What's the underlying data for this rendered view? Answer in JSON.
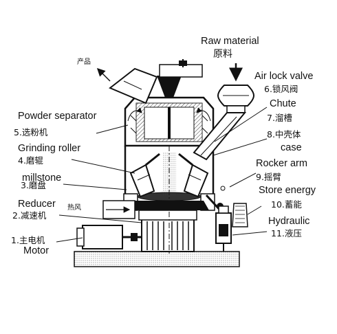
{
  "labels": {
    "raw_material_en": "Raw material",
    "raw_material_zh": "原料",
    "product_zh": "产品",
    "air_lock_valve_en": "Air lock valve",
    "air_lock_valve_zh": "6.锁风阀",
    "chute_en": "Chute",
    "chute_zh": "7.溜槽",
    "powder_separator_en": "Powder separator",
    "powder_separator_zh": "5.选粉机",
    "middle_shell_zh": "8.中壳体",
    "middle_shell_en": "case",
    "grinding_roller_en": "Grinding roller",
    "grinding_roller_zh": "4.磨辊",
    "rocker_arm_en": "Rocker arm",
    "rocker_arm_zh": "9.摇臂",
    "millstone_en": "millstone",
    "millstone_zh": "3.磨盘",
    "store_energy_en": "Store energy",
    "store_energy_zh": "10.蓄能",
    "reducer_en": "Reducer",
    "reducer_zh": "2.减速机",
    "hot_air_zh": "热风",
    "hydraulic_en": "Hydraulic",
    "hydraulic_zh": "11.液压",
    "motor_zh": "1.主电机",
    "motor_en": "Motor"
  }
}
